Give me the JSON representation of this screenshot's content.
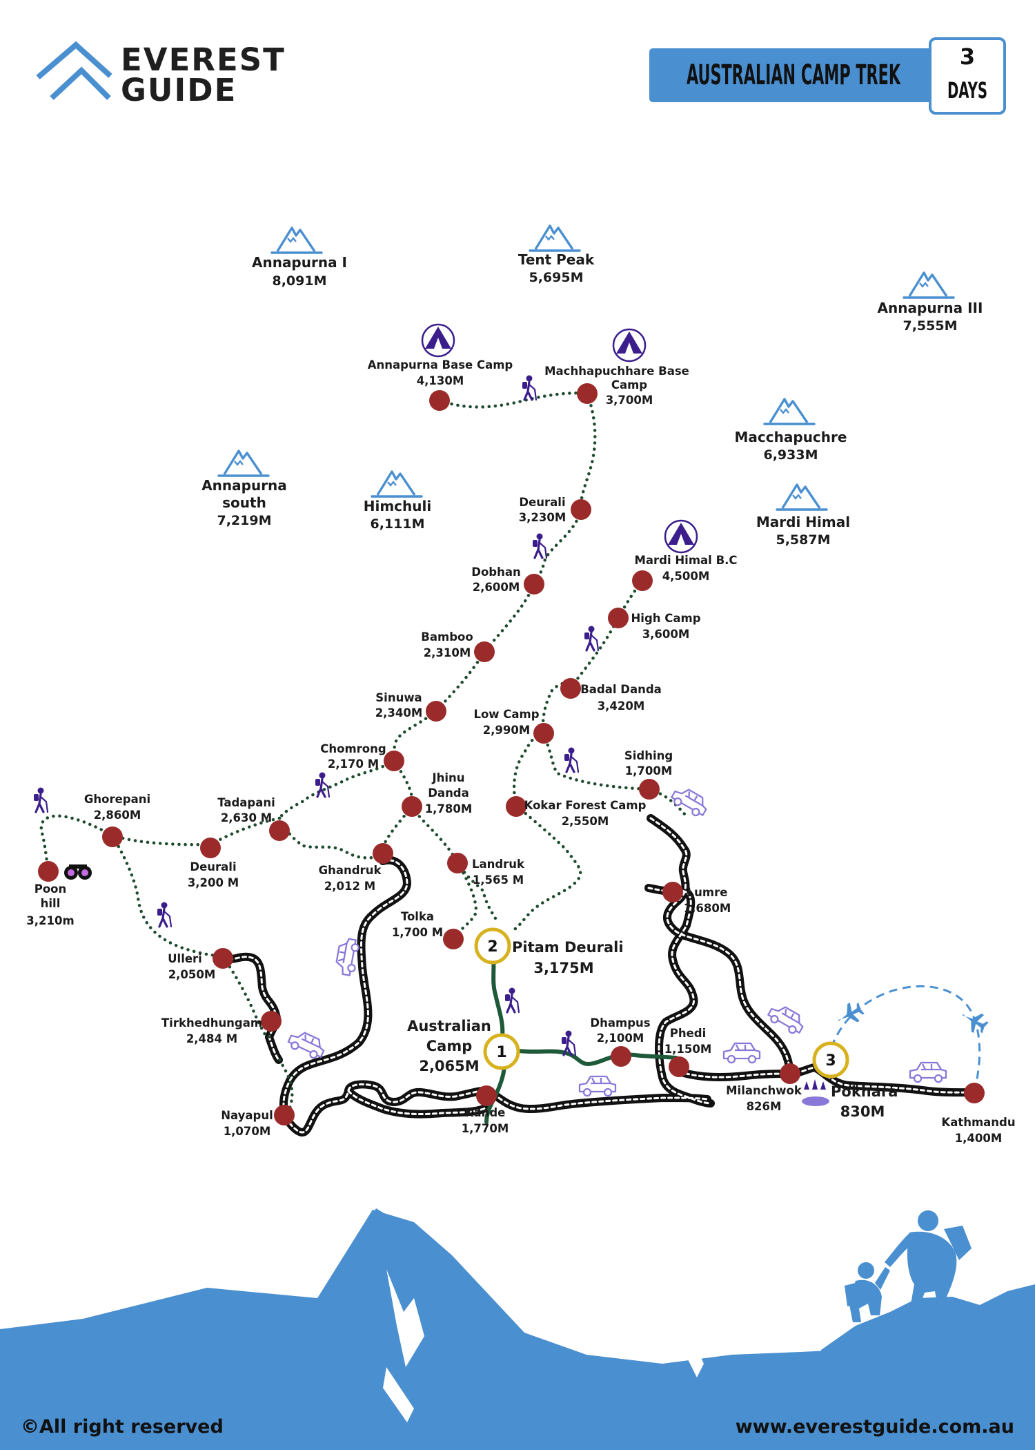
{
  "brand": {
    "line1": "EVEREST",
    "line2": "GUIDE"
  },
  "banner": {
    "title": "AUSTRALIAN CAMP TREK",
    "days_number": "3",
    "days_label": "DAYS"
  },
  "colors": {
    "accent_blue": "#4a8fd0",
    "node_red": "#9b2b2b",
    "trail_green": "#1e5a3a",
    "stop_gold": "#d7b21e",
    "icon_purple": "#3b1e8c",
    "vehicle_purple": "#8a78d8"
  },
  "peaks": [
    {
      "id": "annapurna-i",
      "name": "Annapurna I",
      "elevation": "8,091M"
    },
    {
      "id": "tent-peak",
      "name": "Tent Peak",
      "elevation": "5,695M"
    },
    {
      "id": "annapurna-iii",
      "name": "Annapurna III",
      "elevation": "7,555M"
    },
    {
      "id": "macchapuchre",
      "name": "Macchapuchre",
      "elevation": "6,933M"
    },
    {
      "id": "mardi-himal",
      "name": "Mardi Himal",
      "elevation": "5,587M"
    },
    {
      "id": "himchuli",
      "name": "Himchuli",
      "elevation": "6,111M"
    },
    {
      "id": "annapurna-south",
      "name": "Annapurna",
      "name2": "south",
      "elevation": "7,219M"
    }
  ],
  "places": [
    {
      "id": "abc",
      "name": "Annapurna Base Camp",
      "elevation": "4,130M"
    },
    {
      "id": "mbc",
      "name": "Machhapuchhare Base",
      "name2": "Camp",
      "elevation": "3,700M"
    },
    {
      "id": "deurali-n",
      "name": "Deurali",
      "elevation": "3,230M"
    },
    {
      "id": "dobhan",
      "name": "Dobhan",
      "elevation": "2,600M"
    },
    {
      "id": "bamboo",
      "name": "Bamboo",
      "elevation": "2,310M"
    },
    {
      "id": "sinuwa",
      "name": "Sinuwa",
      "elevation": "2,340M"
    },
    {
      "id": "chomrong",
      "name": "Chomrong",
      "elevation": "2,170 M"
    },
    {
      "id": "jhinu",
      "name": "Jhinu",
      "name2": "Danda",
      "elevation": "1,780M"
    },
    {
      "id": "tadapani",
      "name": "Tadapani",
      "elevation": "2,630 M"
    },
    {
      "id": "ghorepani",
      "name": "Ghorepani",
      "elevation": "2,860M"
    },
    {
      "id": "poon",
      "name": "Poon",
      "name2": "hill",
      "elevation": "3,210m"
    },
    {
      "id": "deurali-w",
      "name": "Deurali",
      "elevation": "3,200 M"
    },
    {
      "id": "ghandruk",
      "name": "Ghandruk",
      "elevation": "2,012 M"
    },
    {
      "id": "landruk",
      "name": "Landruk",
      "elevation": "1,565 M"
    },
    {
      "id": "tolka",
      "name": "Tolka",
      "elevation": "1,700 M"
    },
    {
      "id": "ulleri",
      "name": "Ulleri",
      "elevation": "2,050M"
    },
    {
      "id": "tirkhe",
      "name": "Tirkhedhungam",
      "elevation": "2,484 M"
    },
    {
      "id": "nayapul",
      "name": "Nayapul",
      "elevation": "1,070M"
    },
    {
      "id": "kande",
      "name": "Kande",
      "elevation": "1,770M"
    },
    {
      "id": "dhampus",
      "name": "Dhampus",
      "elevation": "2,100M"
    },
    {
      "id": "phedi",
      "name": "Phedi",
      "elevation": "1,150M"
    },
    {
      "id": "milanchwok",
      "name": "Milanchwok",
      "elevation": "826M"
    },
    {
      "id": "kathmandu",
      "name": "Kathmandu",
      "elevation": "1,400M"
    },
    {
      "id": "lumre",
      "name": "Lumre",
      "elevation": "1,680M"
    },
    {
      "id": "sidhing",
      "name": "Sidhing",
      "elevation": "1,700M"
    },
    {
      "id": "kokar",
      "name": "Kokar Forest Camp",
      "elevation": "2,550M"
    },
    {
      "id": "lowcamp",
      "name": "Low Camp",
      "elevation": "2,990M"
    },
    {
      "id": "badal",
      "name": "Badal Danda",
      "elevation": "3,420M"
    },
    {
      "id": "highcamp",
      "name": "High Camp",
      "elevation": "3,600M"
    },
    {
      "id": "mardi-bc",
      "name": "Mardi Himal B.C",
      "elevation": "4,500M"
    }
  ],
  "stops": [
    {
      "id": "australian-camp",
      "number": "1",
      "name": "Australian",
      "name2": "Camp",
      "elevation": "2,065M"
    },
    {
      "id": "pitam-deurali",
      "number": "2",
      "name": "Pitam Deurali",
      "elevation": "3,175M"
    },
    {
      "id": "pokhara",
      "number": "3",
      "name": "Pokhara",
      "elevation": "830M"
    }
  ],
  "footer": {
    "copyright": "©All right reserved",
    "website": "www.everestguide.com.au"
  }
}
